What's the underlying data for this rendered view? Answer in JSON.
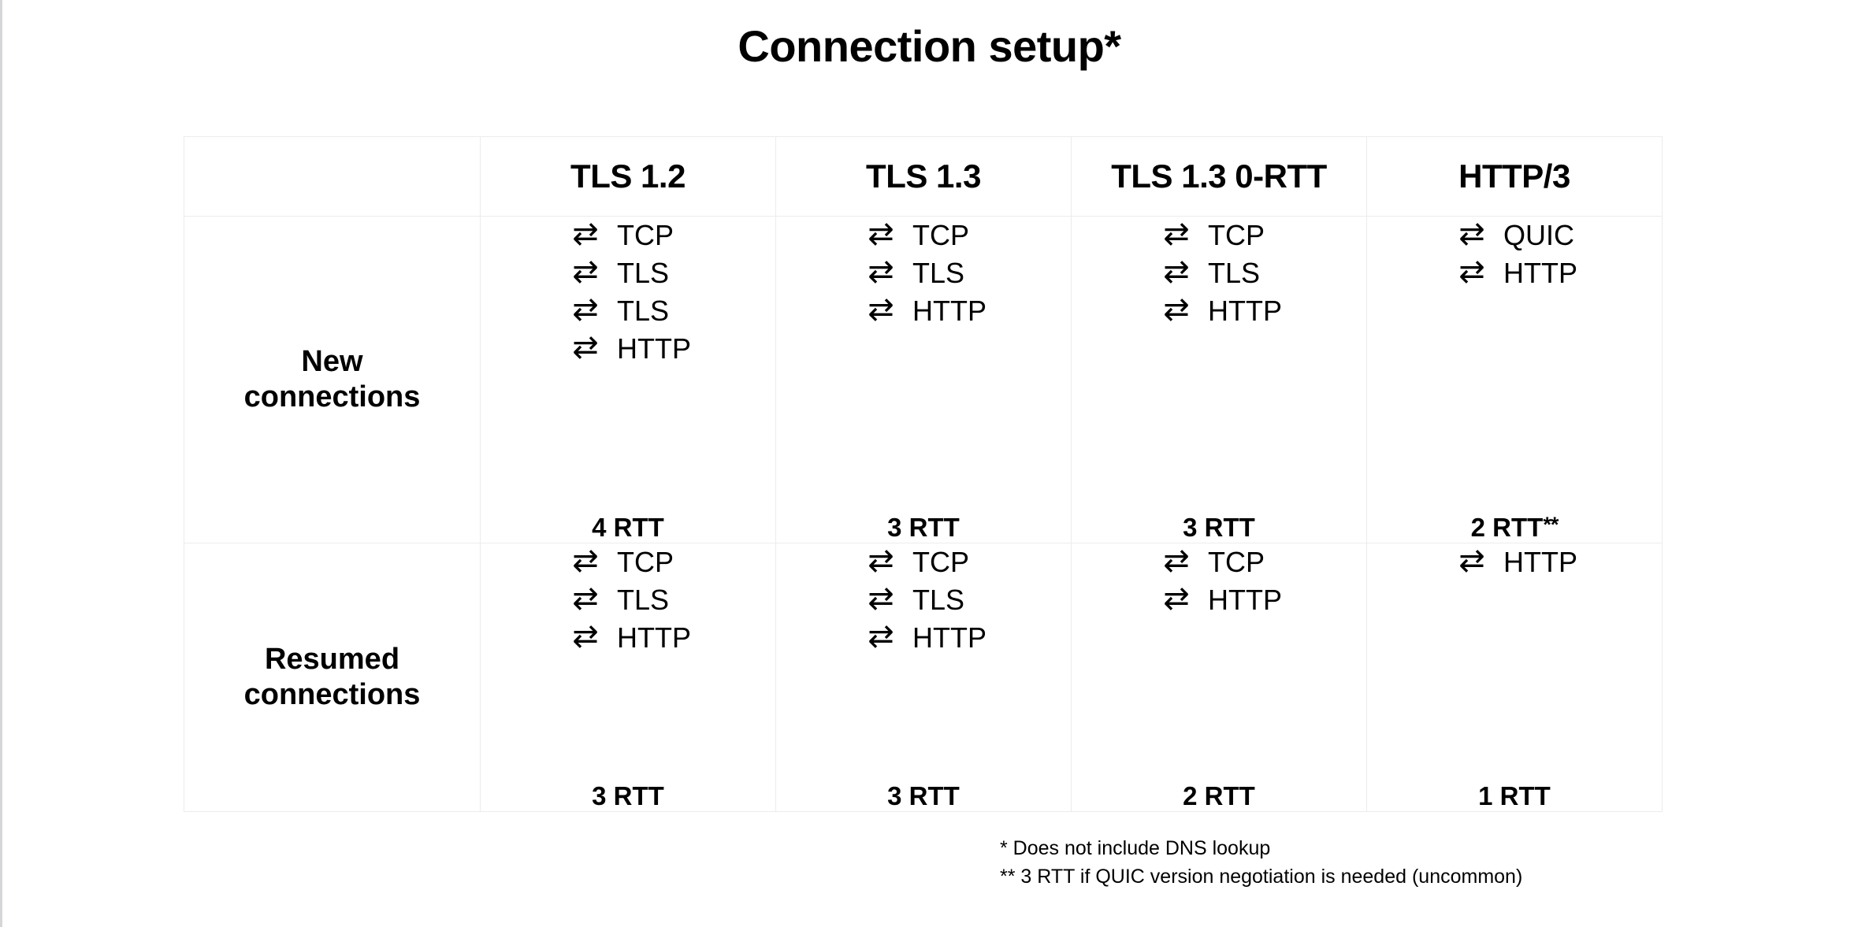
{
  "title": "Connection setup*",
  "table": {
    "corner_label": "",
    "columns": [
      "TLS 1.2",
      "TLS 1.3",
      "TLS 1.3 0-RTT",
      "HTTP/3"
    ],
    "arrow_icon": "⇄",
    "rows": [
      {
        "label_line1": "New",
        "label_line2": "connections",
        "cells": [
          {
            "steps": [
              "TCP",
              "TLS",
              "TLS",
              "HTTP"
            ],
            "rtt": "4 RTT",
            "rtt_mark": ""
          },
          {
            "steps": [
              "TCP",
              "TLS",
              "HTTP"
            ],
            "rtt": "3 RTT",
            "rtt_mark": ""
          },
          {
            "steps": [
              "TCP",
              "TLS",
              "HTTP"
            ],
            "rtt": "3 RTT",
            "rtt_mark": ""
          },
          {
            "steps": [
              "QUIC",
              "HTTP"
            ],
            "rtt": "2 RTT",
            "rtt_mark": "**"
          }
        ]
      },
      {
        "label_line1": "Resumed",
        "label_line2": "connections",
        "cells": [
          {
            "steps": [
              "TCP",
              "TLS",
              "HTTP"
            ],
            "rtt": "3 RTT",
            "rtt_mark": ""
          },
          {
            "steps": [
              "TCP",
              "TLS",
              "HTTP"
            ],
            "rtt": "3 RTT",
            "rtt_mark": ""
          },
          {
            "steps": [
              "TCP",
              "HTTP"
            ],
            "rtt": "2 RTT",
            "rtt_mark": ""
          },
          {
            "steps": [
              "HTTP"
            ],
            "rtt": "1 RTT",
            "rtt_mark": ""
          }
        ]
      }
    ]
  },
  "footnotes": [
    "* Does not include DNS lookup",
    "** 3 RTT if QUIC version negotiation is needed (uncommon)"
  ],
  "colors": {
    "text": "#000000",
    "background": "#ffffff",
    "table_border": "#ececec",
    "page_edge": "#d4d6d8"
  }
}
